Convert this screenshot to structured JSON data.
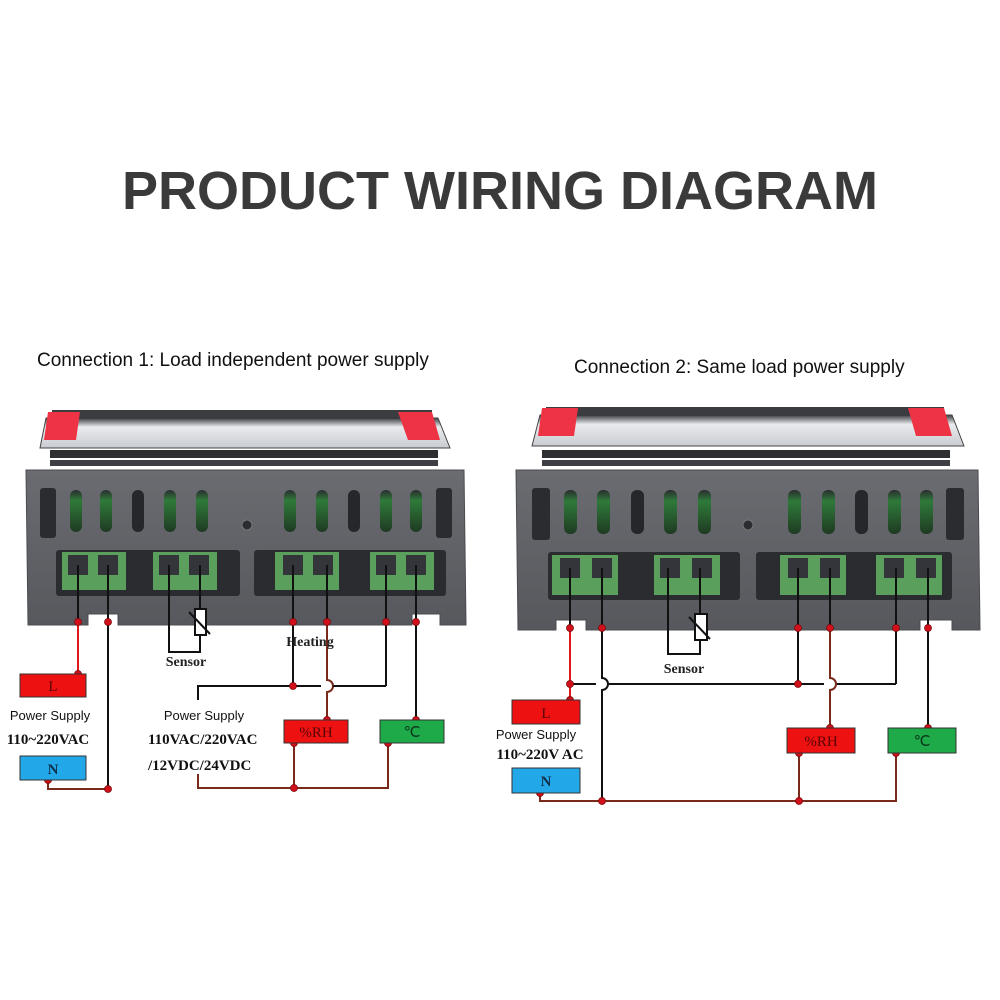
{
  "title": "PRODUCT WIRING DIAGRAM",
  "colors": {
    "title_text": "#3a3a3a",
    "device_body": "#5d5f64",
    "device_dark": "#2d2f33",
    "terminal_green": "#5aa05c",
    "terminal_block": "#3a3c40",
    "end_cap_red": "#ee3344",
    "wire_black": "#111111",
    "wire_red": "#e01818",
    "wire_brown": "#7a2a1a",
    "node_red": "#d0101a",
    "live_box": "#ee1111",
    "neutral_box": "#22a7e8",
    "humidity_box": "#ee1111",
    "temperature_box": "#1faa4a"
  },
  "connections": [
    {
      "title": "Connection 1: Load independent power supply",
      "sensor_label": "Sensor",
      "heating_label": "Heating",
      "mains": {
        "live_label": "L",
        "neutral_label": "N",
        "supply_label": "Power Supply",
        "voltage_label": "110~220VAC"
      },
      "load_supply": {
        "supply_label": "Power Supply",
        "voltage_line1": "110VAC/220VAC",
        "voltage_line2": "/12VDC/24VDC"
      },
      "loads": [
        {
          "label": "%RH",
          "type": "humidity"
        },
        {
          "label": "℃",
          "type": "temperature"
        }
      ]
    },
    {
      "title": "Connection 2: Same load power supply",
      "sensor_label": "Sensor",
      "mains": {
        "live_label": "L",
        "neutral_label": "N",
        "supply_label": "Power Supply",
        "voltage_label": "110~220V AC"
      },
      "loads": [
        {
          "label": "%RH",
          "type": "humidity"
        },
        {
          "label": "℃",
          "type": "temperature"
        }
      ]
    }
  ]
}
